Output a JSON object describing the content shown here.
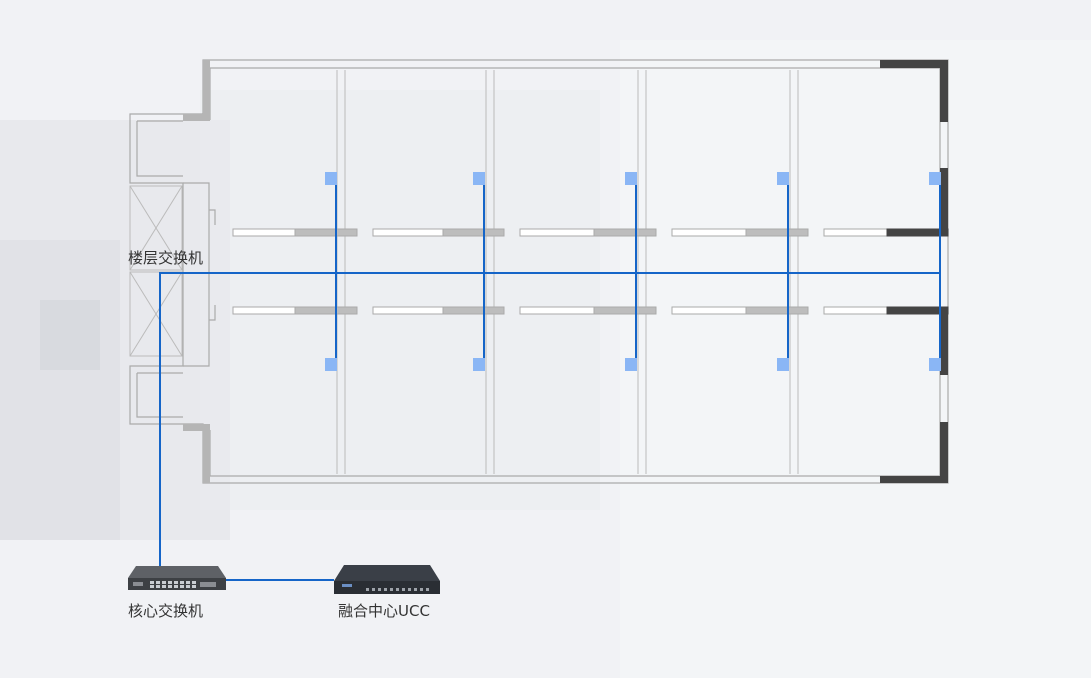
{
  "labels": {
    "floor_switch": "楼层交换机",
    "core_switch": "核心交换机",
    "ucc": "融合中心UCC"
  },
  "colors": {
    "link": "#1565c8",
    "access_point": "#8ab6f5",
    "wall_outline": "#aaaaaa",
    "wall_dark": "#444444",
    "wall_gray": "#b5b5b5"
  },
  "icons": {
    "core_switch": "network-switch-icon",
    "ucc": "rack-server-icon"
  }
}
